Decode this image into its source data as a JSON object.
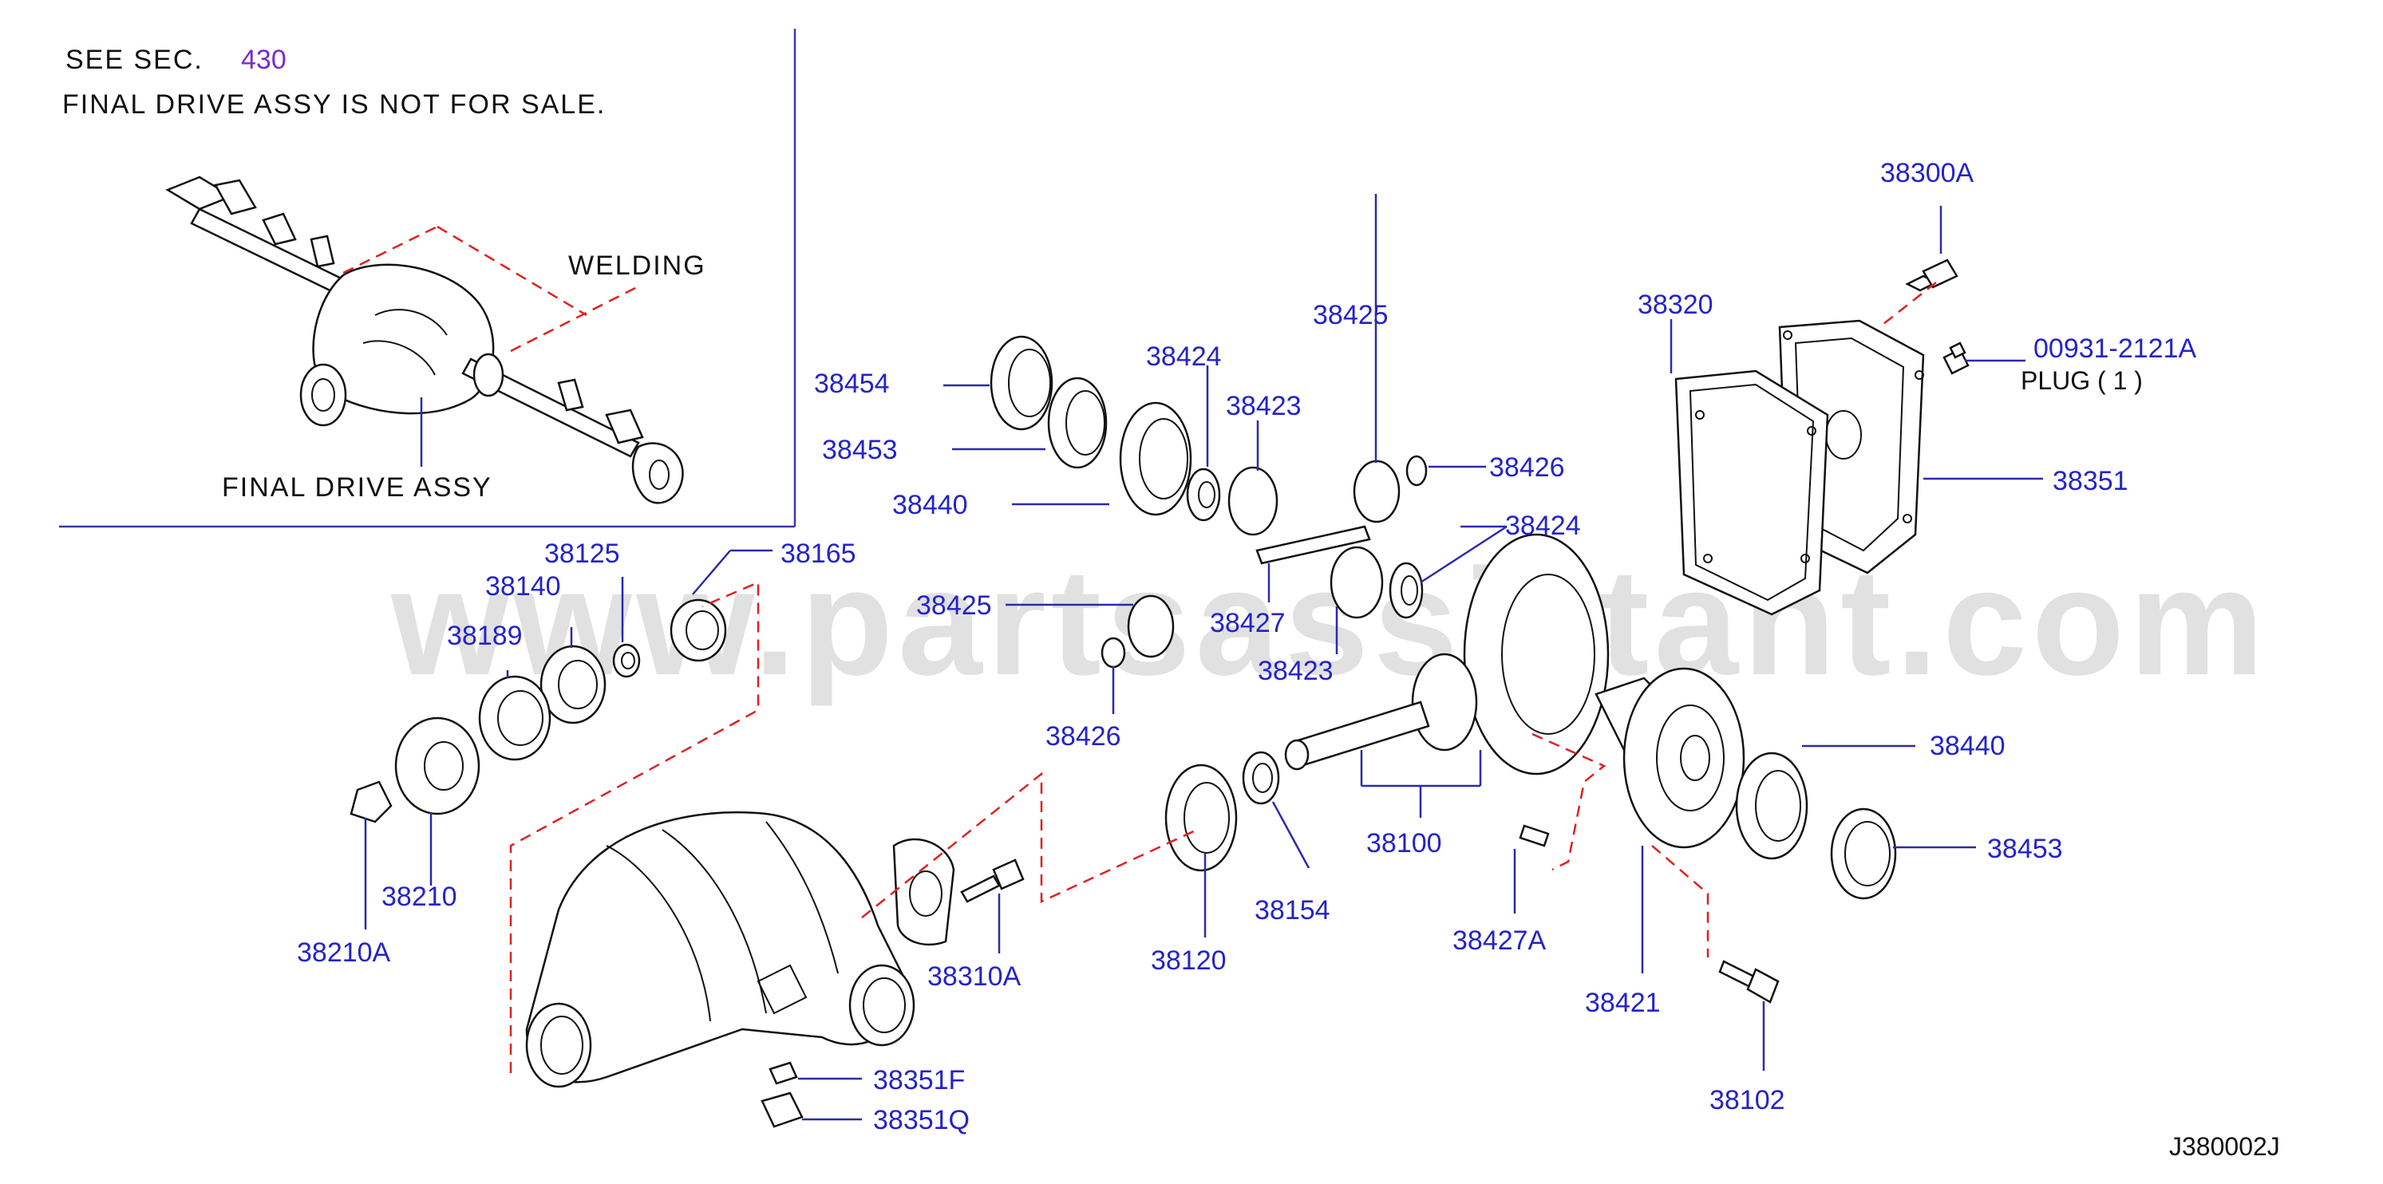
{
  "note": {
    "line1_prefix": "SEE   SEC.",
    "section_link": "430",
    "line2": "FINAL   DRIVE   ASSY          IS   NOT   FOR   SALE.",
    "welding": "WELDING",
    "final_drive_assy": "FINAL   DRIVE   ASSY"
  },
  "watermark": "www.partsassistant.com",
  "diagram_code": "J380002J",
  "parts": {
    "p38300A": "38300A",
    "p38320": "38320",
    "p00931": "00931-2121A",
    "plug": "PLUG      (   1   )",
    "p38351": "38351",
    "p38454": "38454",
    "p38453a": "38453",
    "p38440a": "38440",
    "p38424a": "38424",
    "p38423a": "38423",
    "p38425a": "38425",
    "p38426a": "38426",
    "p38424b": "38424",
    "p38427": "38427",
    "p38423b": "38423",
    "p38425b": "38425",
    "p38426b": "38426",
    "p38125": "38125",
    "p38165": "38165",
    "p38140": "38140",
    "p38189": "38189",
    "p38210": "38210",
    "p38210A": "38210A",
    "p38310A": "38310A",
    "p38351F": "38351F",
    "p38351Q": "38351Q",
    "p38120": "38120",
    "p38154": "38154",
    "p38100": "38100",
    "p38427A": "38427A",
    "p38421": "38421",
    "p38440b": "38440",
    "p38453b": "38453",
    "p38102": "38102"
  }
}
